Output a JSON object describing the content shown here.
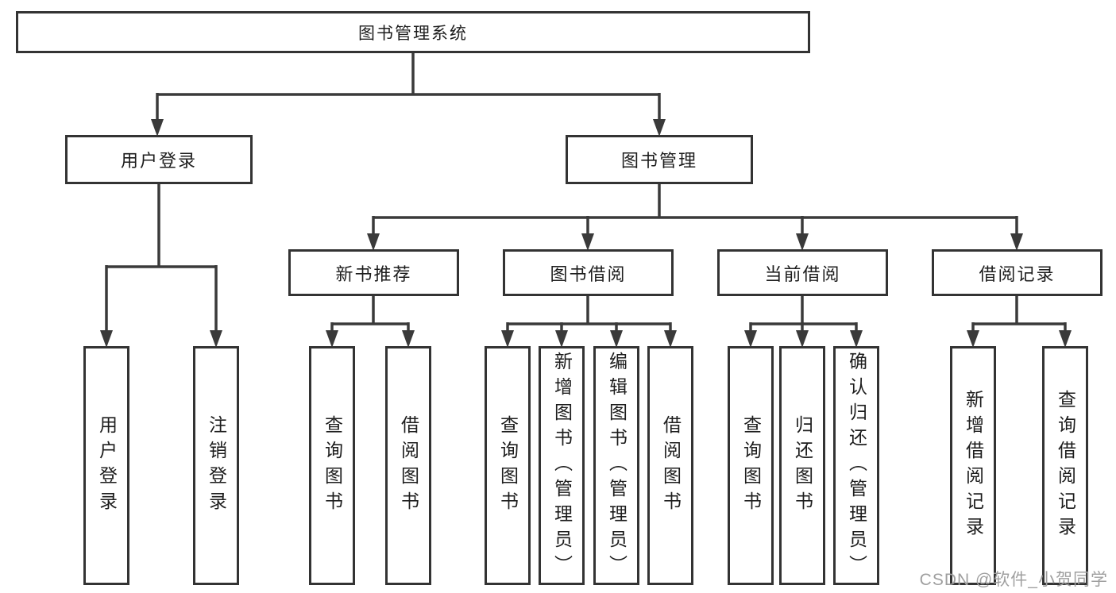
{
  "title": "图书管理系统",
  "watermark": "CSDN @软件_小贺同学",
  "colors": {
    "line": "#3a3a3a",
    "border": "#333333",
    "text": "#1d1d1d",
    "watermark": "#9f9f9f",
    "background": "#ffffff"
  },
  "tree": {
    "root": {
      "label": "图书管理系统"
    },
    "branches": [
      {
        "label": "用户登录",
        "children": [
          {
            "label": "用户登录"
          },
          {
            "label": "注销登录"
          }
        ]
      },
      {
        "label": "图书管理",
        "children": [
          {
            "label": "新书推荐",
            "children": [
              {
                "label": "查询图书"
              },
              {
                "label": "借阅图书"
              }
            ]
          },
          {
            "label": "图书借阅",
            "children": [
              {
                "label": "查询图书"
              },
              {
                "label": "新增图书（管理员）"
              },
              {
                "label": "编辑图书（管理员）"
              },
              {
                "label": "借阅图书"
              }
            ]
          },
          {
            "label": "当前借阅",
            "children": [
              {
                "label": "查询图书"
              },
              {
                "label": "归还图书"
              },
              {
                "label": "确认归还（管理员）"
              }
            ]
          },
          {
            "label": "借阅记录",
            "children": [
              {
                "label": "新增借阅记录"
              },
              {
                "label": "查询借阅记录"
              }
            ]
          }
        ]
      }
    ]
  }
}
